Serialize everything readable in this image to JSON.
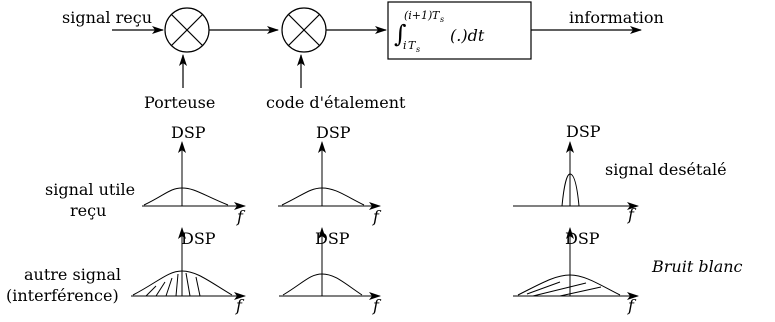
{
  "block_diagram": {
    "input_label": "signal reçu",
    "output_label": "information",
    "carrier_label": "Porteuse",
    "code_label": "code d'étalement",
    "integrator": {
      "symbol": "∫",
      "lower_i": "i",
      "lower_T": "T",
      "lower_s": "s",
      "upper_open": "(i+1)",
      "upper_T": "T",
      "upper_s": "s",
      "body": "(.)dt"
    }
  },
  "spectra": {
    "axis_label": "DSP",
    "freq_label": "f",
    "row1_label_line1": "signal utile",
    "row1_label_line2": "reçu",
    "row2_label_line1": "autre signal",
    "row2_label_line2": "(interférence)",
    "despread_label": "signal desétalé",
    "noise_label": "Bruit blanc"
  }
}
